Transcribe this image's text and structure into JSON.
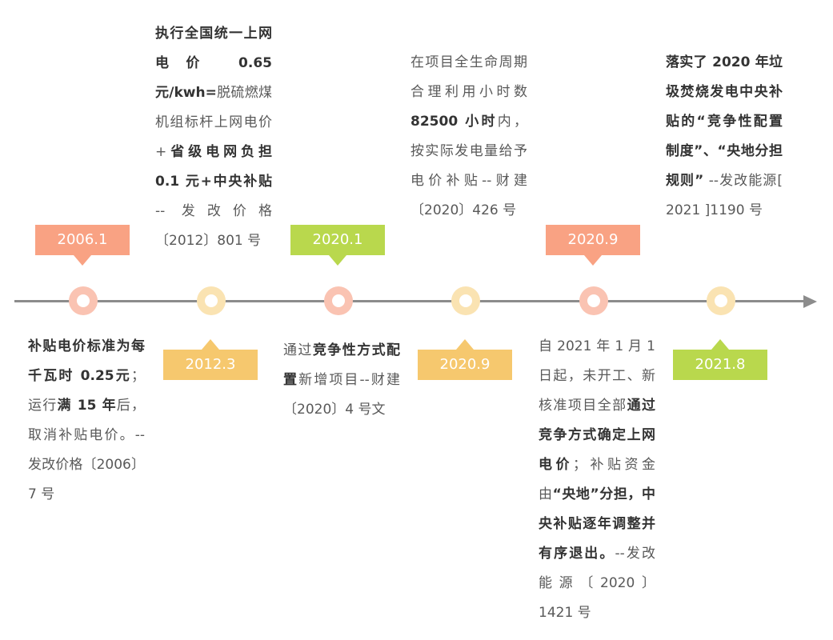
{
  "colors": {
    "axis": "#8c8c8c",
    "salmon_tag": "#f9a283",
    "salmon_node": "#fac3b2",
    "yellow_tag": "#f6c86e",
    "yellow_node": "#fae3b2",
    "green_tag": "#b9d84d",
    "text": "#595959",
    "text_bold": "#333333"
  },
  "events": [
    {
      "date": "2006.1",
      "tag_color": "#f9a283",
      "node_color": "#fac3b2",
      "text_parts": [
        {
          "t": "补贴电价标准为每千瓦时 0.25元",
          "bold": true
        },
        {
          "t": "；运行",
          "bold": false
        },
        {
          "t": "满 15 年",
          "bold": true
        },
        {
          "t": "后，取消补贴电价。--发改价格〔2006〕7 号",
          "bold": false
        }
      ]
    },
    {
      "date": "2012.3",
      "tag_color": "#f6c86e",
      "node_color": "#fae3b2",
      "text_parts": [
        {
          "t": "执行全国统一上网电价 0.65 元/kwh=",
          "bold": true
        },
        {
          "t": "脱硫燃煤机组标杆上网电价+",
          "bold": false
        },
        {
          "t": "省级电网负担 0.1 元+中央补贴",
          "bold": true
        },
        {
          "t": " -- 发改价格〔2012〕801 号",
          "bold": false
        }
      ]
    },
    {
      "date": "2020.1",
      "tag_color": "#b9d84d",
      "node_color": "#fac3b2",
      "text_parts": [
        {
          "t": "通过",
          "bold": false
        },
        {
          "t": "竞争性方式配置",
          "bold": true
        },
        {
          "t": "新增项目--财建〔2020〕4 号文",
          "bold": false
        }
      ]
    },
    {
      "date": "2020.9",
      "tag_color": "#f6c86e",
      "node_color": "#fae3b2",
      "text_parts": [
        {
          "t": "在项目全生命周期合理利用小时数",
          "bold": false
        },
        {
          "t": "82500 小时",
          "bold": true
        },
        {
          "t": "内，按实际发电量给予电价补贴--财建〔2020〕426 号",
          "bold": false
        }
      ]
    },
    {
      "date": "2020.9",
      "tag_color": "#f9a283",
      "node_color": "#fac3b2",
      "text_parts": [
        {
          "t": "自 2021 年 1 月 1 日起，未开工、新核准项目全部",
          "bold": false
        },
        {
          "t": "通过竞争方式确定上网电价",
          "bold": true
        },
        {
          "t": "；补贴资金由",
          "bold": false
        },
        {
          "t": "“央地”分担，中央补贴逐年调整并有序退出。",
          "bold": true
        },
        {
          "t": "--发改能源〔2020〕1421 号",
          "bold": false
        }
      ]
    },
    {
      "date": "2021.8",
      "tag_color": "#b9d84d",
      "node_color": "#fae3b2",
      "text_parts": [
        {
          "t": "落实了 2020 年垃圾焚烧发电中央补贴的“竞争性配置制度”、“央地分担规则”",
          "bold": true
        },
        {
          "t": " --发改能源[ 2021 ]1190 号",
          "bold": false
        }
      ]
    }
  ]
}
